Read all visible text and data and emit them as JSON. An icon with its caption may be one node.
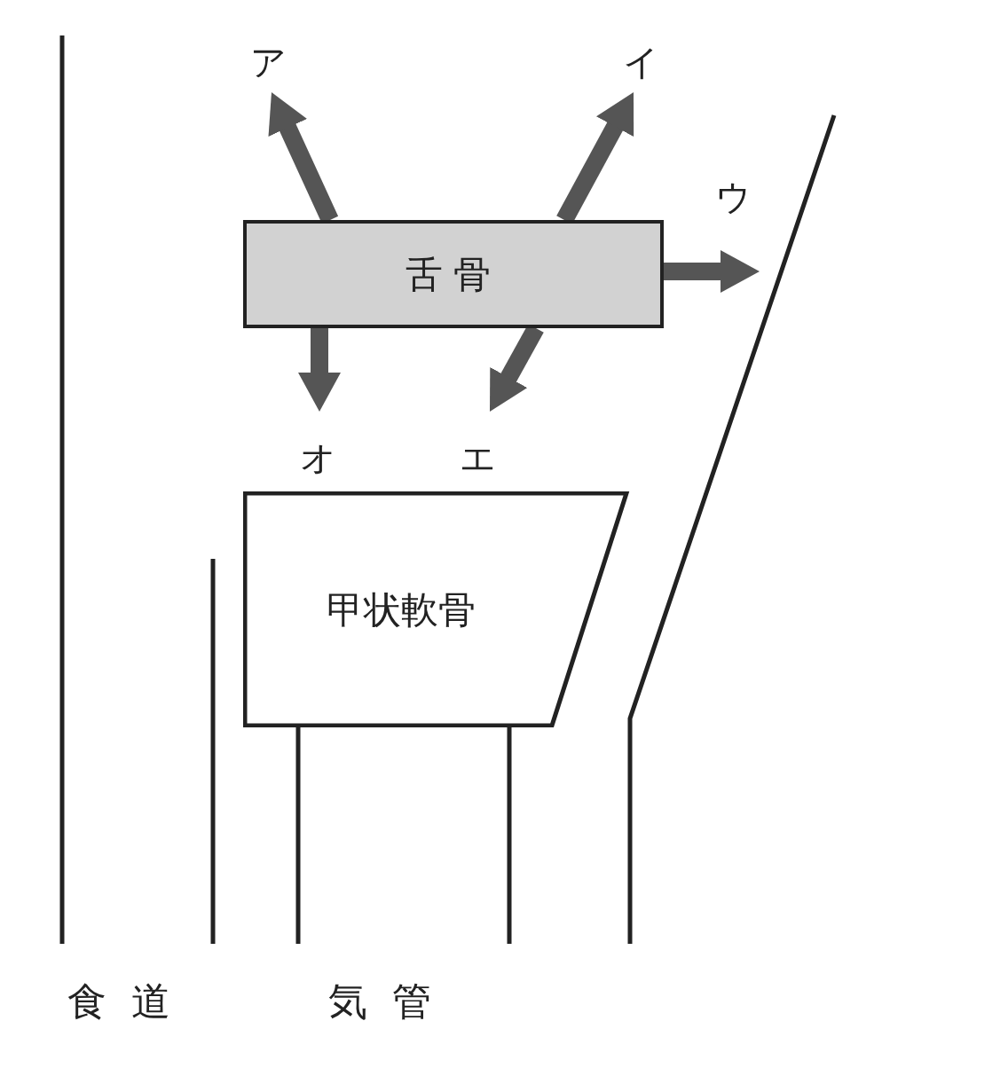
{
  "diagram": {
    "nodes": [
      {
        "text": [
          "ア"
        ]
      },
      {
        "text": [
          "イ"
        ]
      },
      {
        "text": [
          "ウ"
        ]
      },
      {
        "text": [
          "舌骨"
        ]
      },
      {
        "text": [
          "オ"
        ]
      },
      {
        "text": [
          "エ"
        ]
      },
      {
        "text": [
          "甲状軟骨"
        ]
      }
    ],
    "edges": [
      {
        "from": 3,
        "to": 0,
        "arrow": "to"
      },
      {
        "from": 3,
        "to": 1,
        "arrow": "to"
      },
      {
        "from": 3,
        "to": 2,
        "arrow": "to"
      },
      {
        "from": 3,
        "to": 5,
        "arrow": "to"
      },
      {
        "from": 3,
        "to": 4,
        "arrow": "to"
      }
    ],
    "labels": [
      "食道",
      "気管"
    ]
  }
}
